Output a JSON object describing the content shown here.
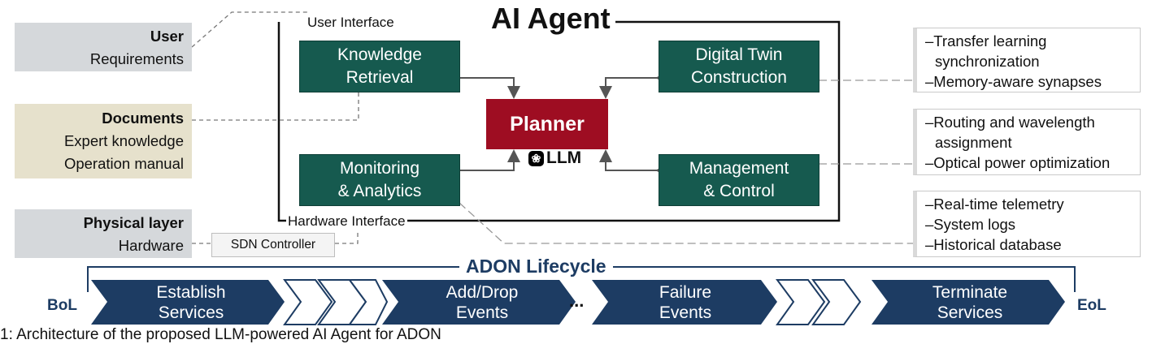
{
  "title": "AI Agent",
  "frame": {
    "top_label": "User Interface",
    "bottom_label": "Hardware Interface"
  },
  "inputs": {
    "user": {
      "bold": "User",
      "lines": [
        "Requirements"
      ]
    },
    "documents": {
      "bold": "Documents",
      "lines": [
        "Expert knowledge",
        "Operation manual"
      ]
    },
    "physical": {
      "bold": "Physical layer",
      "lines": [
        "Hardware"
      ]
    }
  },
  "sdn_controller": "SDN Controller",
  "modules": {
    "knowledge": [
      "Knowledge",
      "Retrieval"
    ],
    "digital_twin": [
      "Digital Twin",
      "Construction"
    ],
    "monitoring": [
      "Monitoring",
      "& Analytics"
    ],
    "management": [
      "Management",
      "& Control"
    ]
  },
  "planner": "Planner",
  "llm": {
    "icon": "openai-icon",
    "label": "LLM"
  },
  "right_boxes": {
    "twin": [
      "Transfer learning",
      "synchronization",
      "Memory-aware synapses"
    ],
    "management": [
      "Routing and wavelength",
      "assignment",
      "Optical power optimization"
    ],
    "monitoring": [
      "Real-time telemetry",
      "System logs",
      "Historical database"
    ]
  },
  "lifecycle": {
    "title": "ADON Lifecycle",
    "start": "BoL",
    "end": "EoL",
    "ellipsis": "...",
    "stages": [
      [
        "Establish",
        "Services"
      ],
      [
        "Add/Drop",
        "Events"
      ],
      [
        "Failure",
        "Events"
      ],
      [
        "Terminate",
        "Services"
      ]
    ]
  },
  "colors": {
    "module": "#165a4f",
    "planner": "#9e0d22",
    "lifecycle": "#1d3c63",
    "user_box": "#d5d8db",
    "documents_box": "#e6e1cc"
  },
  "caption": "1: Architecture of the proposed LLM-powered AI Agent for ADON"
}
